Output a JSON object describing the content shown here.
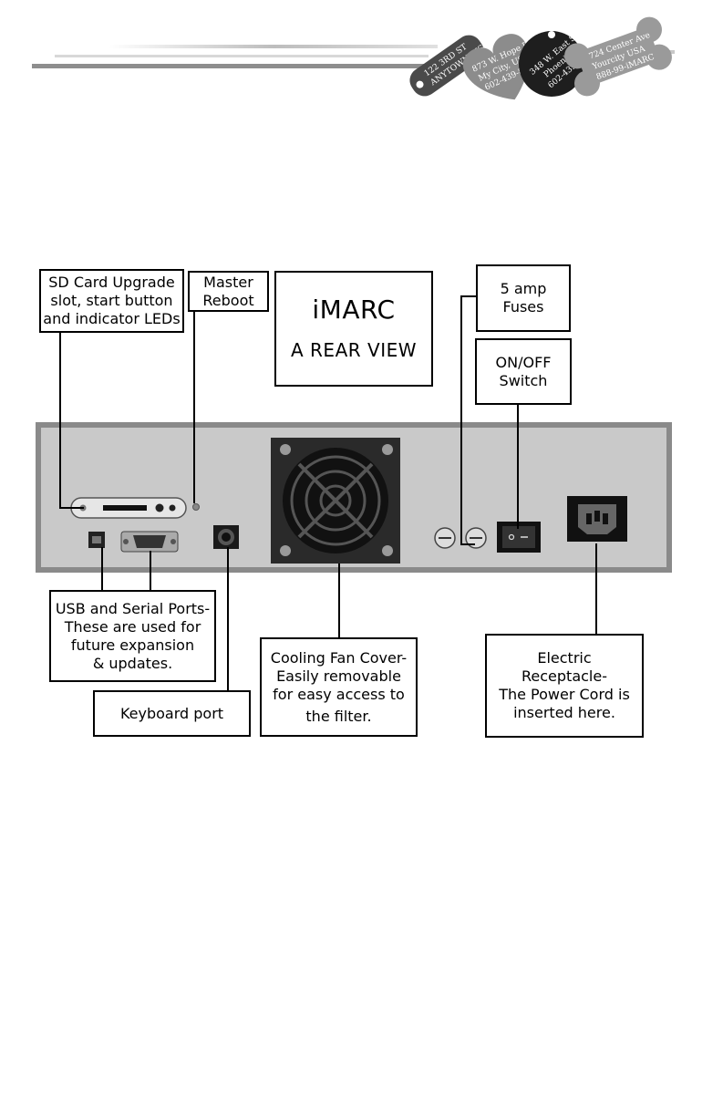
{
  "title": {
    "main": "iMARC",
    "sub": "A REAR VIEW"
  },
  "callouts": {
    "sd_card": [
      "SD Card Upgrade",
      "slot, start button",
      "and indicator LEDs"
    ],
    "master_reboot": [
      "Master",
      "Reboot"
    ],
    "fuses": [
      "5 amp",
      "Fuses"
    ],
    "on_off": [
      "ON/OFF",
      "Switch"
    ],
    "usb_serial": [
      "USB and Serial Ports-",
      "These are used for",
      "future expansion",
      "& updates."
    ],
    "keyboard": [
      "Keyboard port"
    ],
    "fan_cover": [
      "Cooling Fan Cover-",
      "Easily removable",
      "for easy access to",
      "the filter."
    ],
    "receptacle": [
      "Electric",
      "Receptacle-",
      "The Power Cord is",
      "inserted here."
    ]
  },
  "header_tags": {
    "tag1": [
      "122 3RD ST",
      "ANYTOWN, US"
    ],
    "tag2": [
      "873 W. Hope Dr",
      "My City, USA",
      "602-439-8888"
    ],
    "tag3": [
      "348 W. East St",
      "Phoenix",
      "602-439-0"
    ],
    "tag4": [
      "724 Center Ave",
      "Yourcity USA",
      "888-99-iMARC"
    ]
  },
  "colors": {
    "panel": "#c8c8c8",
    "panel_border": "#8a8a8a",
    "tag_dark": "#3a3a3a",
    "tag_light": "#8c8c8c"
  }
}
